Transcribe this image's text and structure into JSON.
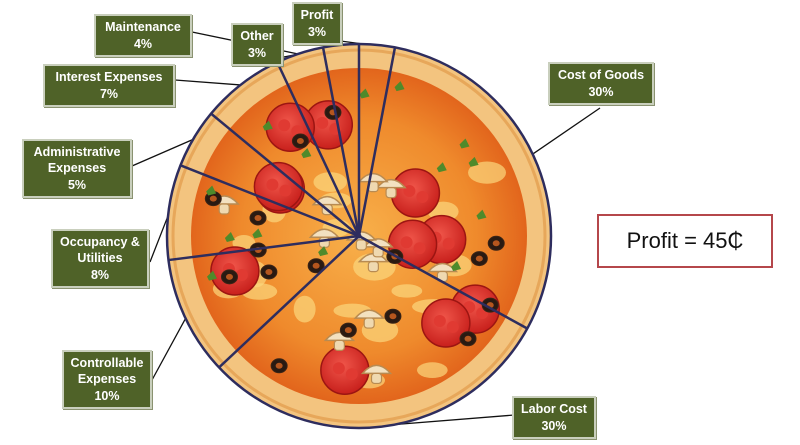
{
  "chart_data": {
    "type": "pie",
    "slices": [
      {
        "label": "Profit",
        "value": 3,
        "pct_label": "3%"
      },
      {
        "label": "Cost of Goods",
        "value": 30,
        "pct_label": "30%"
      },
      {
        "label": "Labor Cost",
        "value": 30,
        "pct_label": "30%"
      },
      {
        "label": "Controllable Expenses",
        "value": 10,
        "pct_label": "10%"
      },
      {
        "label": "Occupancy & Utilities",
        "value": 8,
        "pct_label": "8%"
      },
      {
        "label": "Administrative Expenses",
        "value": 5,
        "pct_label": "5%"
      },
      {
        "label": "Interest Expenses",
        "value": 7,
        "pct_label": "7%"
      },
      {
        "label": "Maintenance",
        "value": 4,
        "pct_label": "4%"
      },
      {
        "label": "Other",
        "value": 3,
        "pct_label": "3%"
      }
    ],
    "colors": {
      "label_bg": "#4f6228",
      "slice_lines": "#2e2d5e",
      "crust": "#f3c47f",
      "sauce": "#e8731f",
      "callout_box_border": "#b5474b"
    }
  },
  "callout": {
    "text": "Profit = 45₵"
  }
}
